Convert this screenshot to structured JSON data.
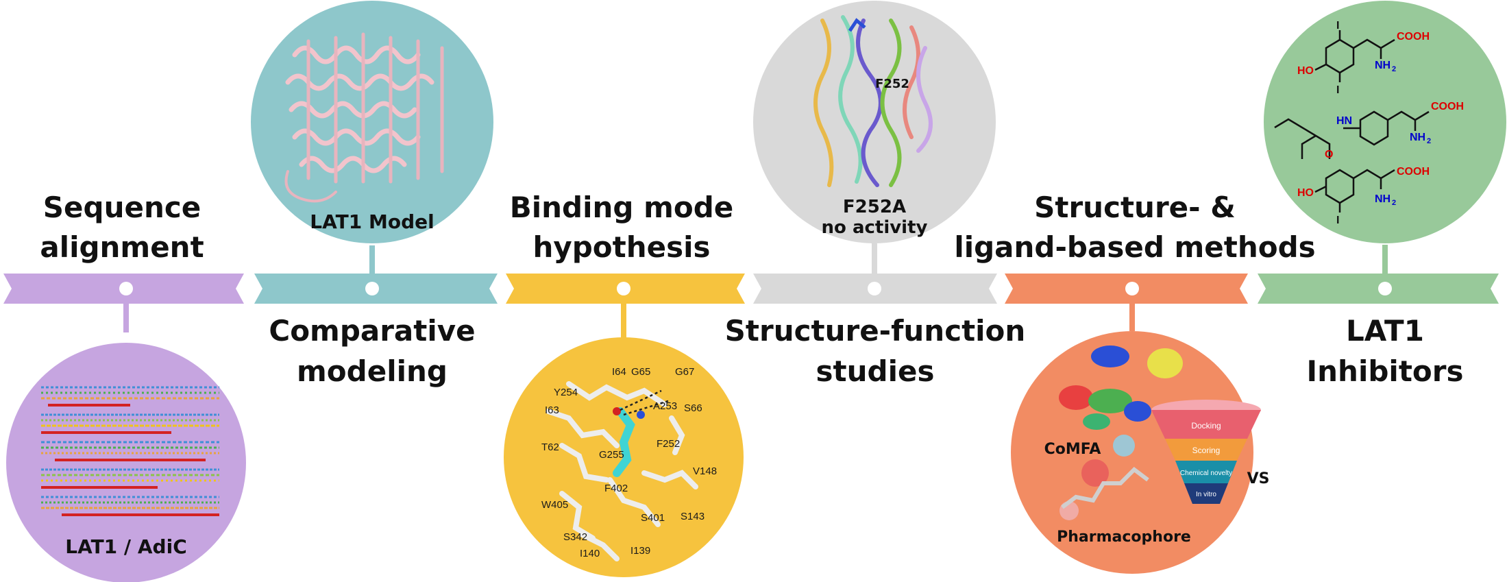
{
  "colors": {
    "purple": "#c6a5e0",
    "teal": "#8ec7cb",
    "yellow": "#f6c33e",
    "grey": "#d9d9d9",
    "orange": "#f28c63",
    "green": "#98c99a"
  },
  "stages": [
    {
      "title_lines": [
        "Sequence",
        "alignment"
      ],
      "circle_label": "LAT1 / AdiC"
    },
    {
      "title_lines": [
        "Comparative",
        "modeling"
      ],
      "circle_label": "LAT1 Model"
    },
    {
      "title_lines": [
        "Binding mode",
        "hypothesis"
      ]
    },
    {
      "title_lines": [
        "Structure-function",
        "studies"
      ],
      "circle_label_lines": [
        "F252A",
        "no activity"
      ],
      "residue_label": "F252"
    },
    {
      "title_lines": [
        "Structure- &",
        "ligand-based methods"
      ],
      "method_labels": [
        "CoMFA",
        "VS",
        "Pharmacophore"
      ],
      "funnel_steps": [
        "Docking",
        "Scoring",
        "Chemical novelty",
        "In vitro"
      ]
    },
    {
      "title_lines": [
        "LAT1",
        "Inhibitors"
      ],
      "chem_labels": [
        "I",
        "COOH",
        "NH",
        "2",
        "HO",
        "I",
        "COOH",
        "NH",
        "2",
        "HN",
        "O",
        "I",
        "COOH",
        "NH",
        "2",
        "HO"
      ]
    }
  ],
  "residues": [
    "Y254",
    "I64",
    "G65",
    "G67",
    "I63",
    "S66",
    "A253",
    "T62",
    "G255",
    "F252",
    "V148",
    "F402",
    "W405",
    "S401",
    "S143",
    "S342",
    "I140",
    "I139"
  ]
}
